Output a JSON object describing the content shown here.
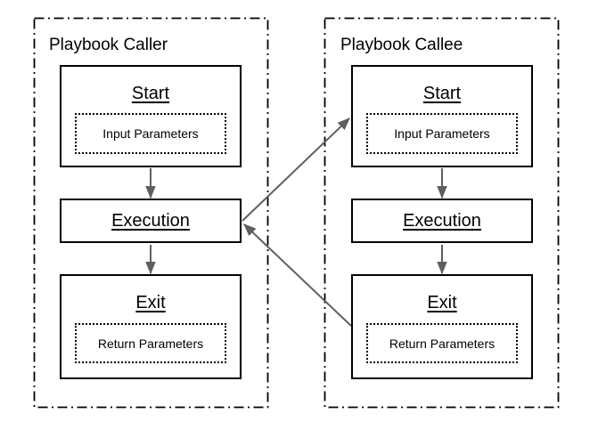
{
  "caller": {
    "title": "Playbook Caller",
    "start": {
      "title": "Start",
      "param": "Input Parameters"
    },
    "execution": {
      "title": "Execution"
    },
    "exit": {
      "title": "Exit",
      "param": "Return Parameters"
    }
  },
  "callee": {
    "title": "Playbook Callee",
    "start": {
      "title": "Start",
      "param": "Input Parameters"
    },
    "execution": {
      "title": "Execution"
    },
    "exit": {
      "title": "Exit",
      "param": "Return Parameters"
    }
  },
  "connections": [
    {
      "from": "caller-start",
      "to": "caller-execution"
    },
    {
      "from": "caller-execution",
      "to": "caller-exit"
    },
    {
      "from": "callee-start",
      "to": "callee-execution"
    },
    {
      "from": "callee-execution",
      "to": "callee-exit"
    },
    {
      "from": "caller-execution",
      "to": "callee-start"
    },
    {
      "from": "callee-exit",
      "to": "caller-execution"
    }
  ],
  "colors": {
    "arrow": "#5f5f5f",
    "node_border": "#000000",
    "group_border": "#000000",
    "background": "#ffffff",
    "text": "#000000"
  }
}
